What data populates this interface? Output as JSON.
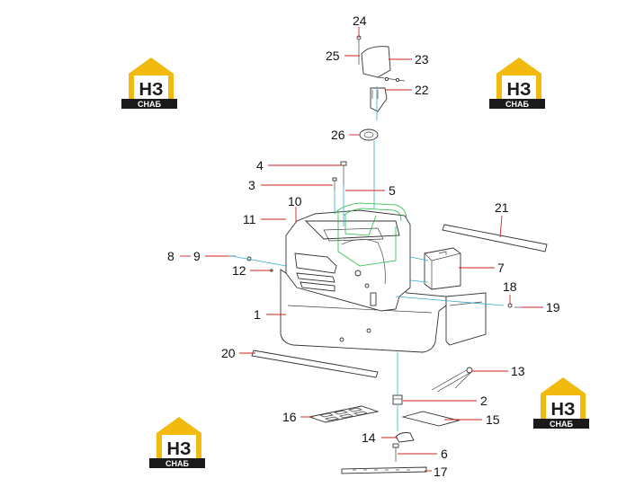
{
  "logo": {
    "mark": "НЗ",
    "sub": "СНАБ",
    "color_yellow": "#f2b90f",
    "color_black": "#1a1a1a"
  },
  "callouts": [
    {
      "id": "1",
      "text": "1"
    },
    {
      "id": "2",
      "text": "2"
    },
    {
      "id": "3",
      "text": "3"
    },
    {
      "id": "4",
      "text": "4"
    },
    {
      "id": "5",
      "text": "5"
    },
    {
      "id": "6",
      "text": "6"
    },
    {
      "id": "7",
      "text": "7"
    },
    {
      "id": "8",
      "text": "8"
    },
    {
      "id": "9",
      "text": "9"
    },
    {
      "id": "10",
      "text": "10"
    },
    {
      "id": "11",
      "text": "11"
    },
    {
      "id": "12",
      "text": "12"
    },
    {
      "id": "13",
      "text": "13"
    },
    {
      "id": "14",
      "text": "14"
    },
    {
      "id": "15",
      "text": "15"
    },
    {
      "id": "16",
      "text": "16"
    },
    {
      "id": "17",
      "text": "17"
    },
    {
      "id": "18",
      "text": "18"
    },
    {
      "id": "19",
      "text": "19"
    },
    {
      "id": "20",
      "text": "20"
    },
    {
      "id": "21",
      "text": "21"
    },
    {
      "id": "22",
      "text": "22"
    },
    {
      "id": "23",
      "text": "23"
    },
    {
      "id": "24",
      "text": "24"
    },
    {
      "id": "25",
      "text": "25"
    },
    {
      "id": "26",
      "text": "26"
    }
  ]
}
